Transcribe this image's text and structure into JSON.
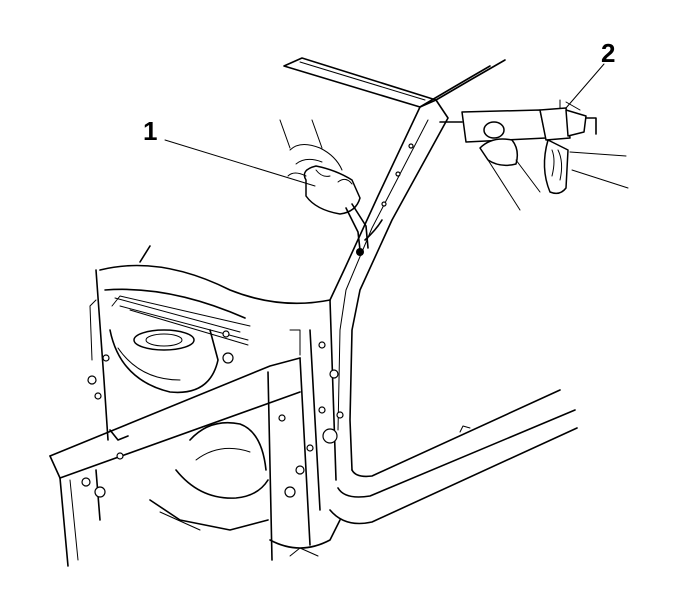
{
  "callouts": {
    "one": "1",
    "two": "2"
  },
  "items": [
    {
      "id": "1",
      "icon": "squeeze-bottle-icon"
    },
    {
      "id": "2",
      "icon": "caulking-gun-icon"
    }
  ]
}
